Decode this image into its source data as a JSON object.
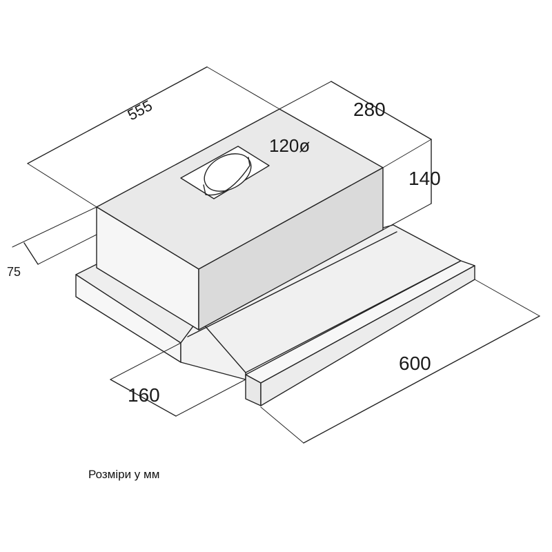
{
  "colors": {
    "line": "#222222",
    "face_top": "#e9e9e9",
    "face_front": "#f5f5f5",
    "face_side": "#d6d6d6",
    "tray": "#eeeeee"
  },
  "dimensions": {
    "width_top": "555",
    "depth_top": "280",
    "height_body": "140",
    "duct_diameter": "120ø",
    "offset_left": "75",
    "tray_depth": "160",
    "total_width": "600"
  },
  "caption": "Розміри у мм"
}
